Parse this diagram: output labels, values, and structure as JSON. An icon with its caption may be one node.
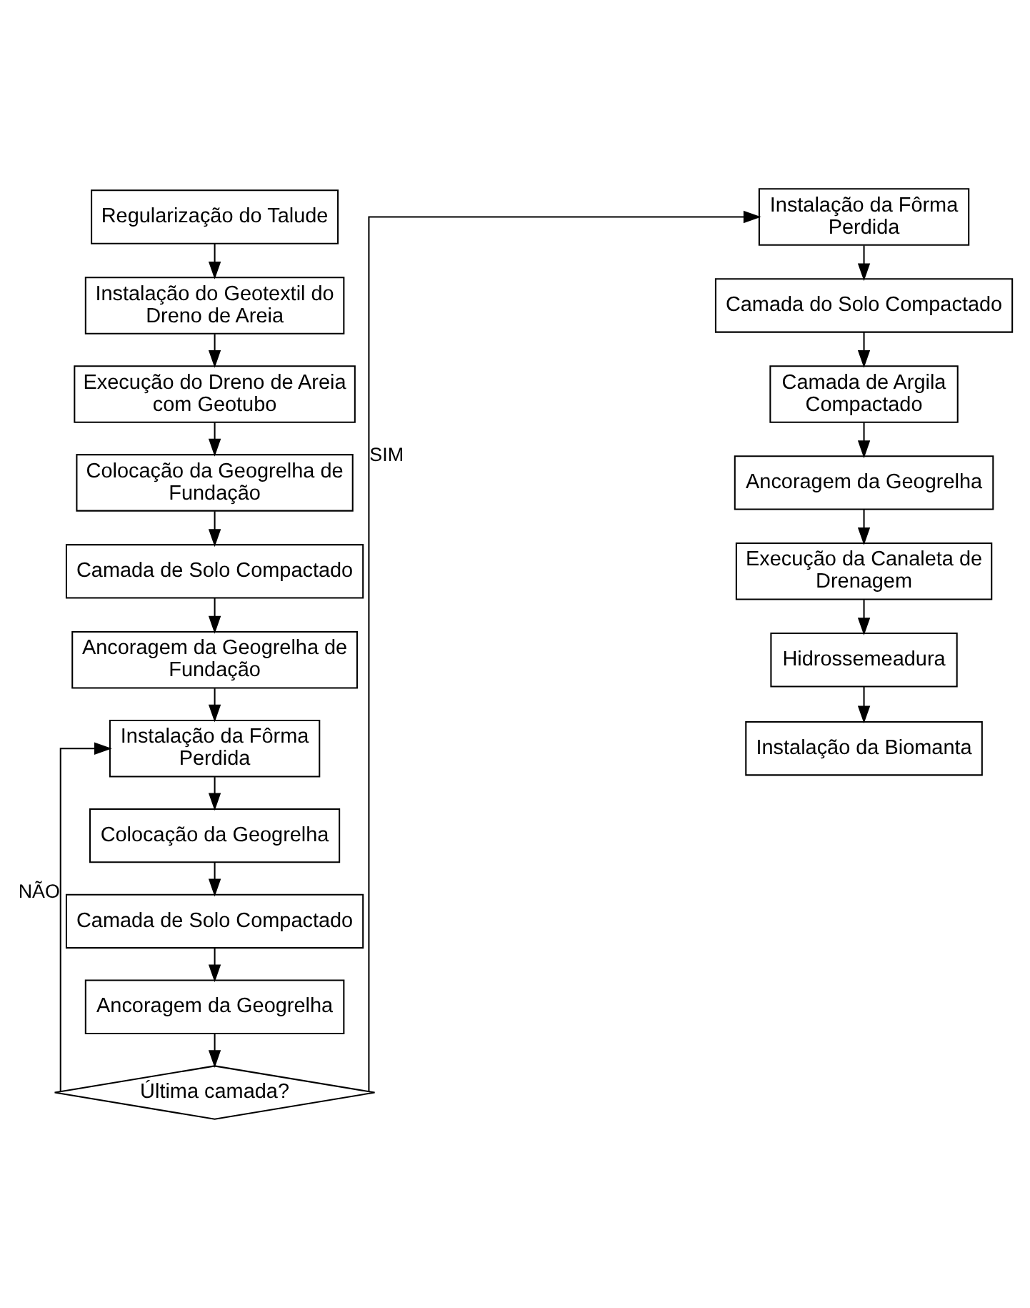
{
  "diagram": {
    "nodes": [
      {
        "text": [
          "Regularização do Talude"
        ]
      },
      {
        "text": [
          "Instalação do Geotextil do Dreno de Areia"
        ]
      },
      {
        "text": [
          "Execução do Dreno de Areia com Geotubo"
        ]
      },
      {
        "text": [
          "Colocação da Geogrelha de Fundação"
        ]
      },
      {
        "text": [
          "Camada de Solo Compactado"
        ]
      },
      {
        "text": [
          "Ancoragem da Geogrelha de Fundação"
        ]
      },
      {
        "text": [
          "Instalação da Fôrma Perdida"
        ]
      },
      {
        "text": [
          "Colocação da Geogrelha"
        ]
      },
      {
        "text": [
          "Camada de Solo Compactado"
        ]
      },
      {
        "text": [
          "Ancoragem da Geogrelha"
        ]
      },
      {
        "text": [
          "Última camada?"
        ]
      },
      {
        "text": [
          "Instalação da Fôrma Perdida"
        ]
      },
      {
        "text": [
          "Camada do Solo Compactado"
        ]
      },
      {
        "text": [
          "Camada de Argila Compactado"
        ]
      },
      {
        "text": [
          "Ancoragem da Geogrelha"
        ]
      },
      {
        "text": [
          "Execução da Canaleta de Drenagem"
        ]
      },
      {
        "text": [
          "Hidrossemeadura"
        ]
      },
      {
        "text": [
          "Instalação da Biomanta"
        ]
      }
    ],
    "edges": [
      {
        "from": 0,
        "to": 1,
        "arrow": "to"
      },
      {
        "from": 1,
        "to": 2,
        "arrow": "to"
      },
      {
        "from": 2,
        "to": 3,
        "arrow": "to"
      },
      {
        "from": 3,
        "to": 4,
        "arrow": "to"
      },
      {
        "from": 4,
        "to": 5,
        "arrow": "to"
      },
      {
        "from": 5,
        "to": 6,
        "arrow": "to"
      },
      {
        "from": 6,
        "to": 7,
        "arrow": "to"
      },
      {
        "from": 7,
        "to": 8,
        "arrow": "to"
      },
      {
        "from": 8,
        "to": 9,
        "arrow": "to"
      },
      {
        "from": 9,
        "to": 10,
        "arrow": "to"
      },
      {
        "from": 10,
        "to": 6,
        "arrow": "to",
        "label": "NÃO"
      },
      {
        "from": 10,
        "to": 11,
        "arrow": "to",
        "label": "SIM"
      },
      {
        "from": 11,
        "to": 12,
        "arrow": "to"
      },
      {
        "from": 12,
        "to": 13,
        "arrow": "to"
      },
      {
        "from": 13,
        "to": 14,
        "arrow": "to"
      },
      {
        "from": 14,
        "to": 15,
        "arrow": "to"
      },
      {
        "from": 15,
        "to": 16,
        "arrow": "to"
      },
      {
        "from": 16,
        "to": 17,
        "arrow": "to"
      }
    ]
  }
}
